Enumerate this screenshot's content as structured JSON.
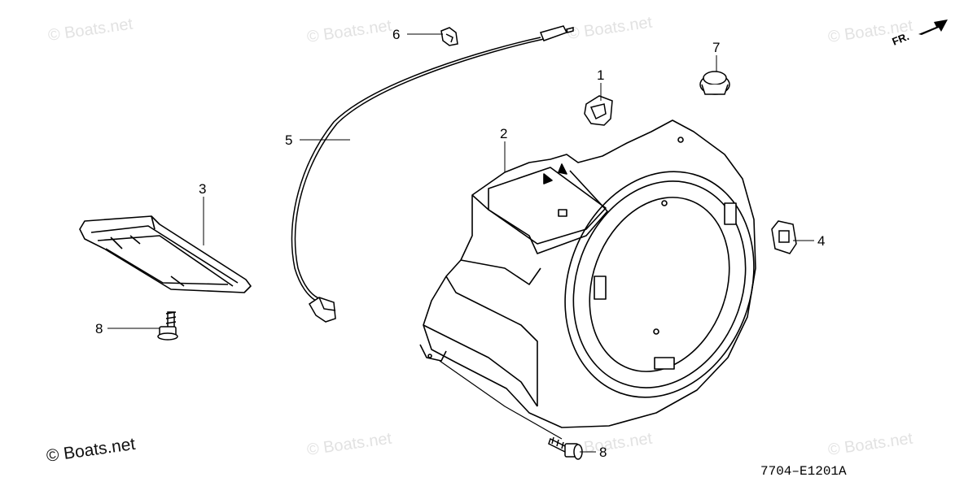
{
  "watermark": "© Boats.net",
  "diagram_code": "7704–E1201A",
  "front_indicator": "FR.",
  "callouts": {
    "c1": "1",
    "c2": "2",
    "c3": "3",
    "c4": "4",
    "c5": "5",
    "c6": "6",
    "c7": "7",
    "c8a": "8",
    "c8b": "8"
  }
}
